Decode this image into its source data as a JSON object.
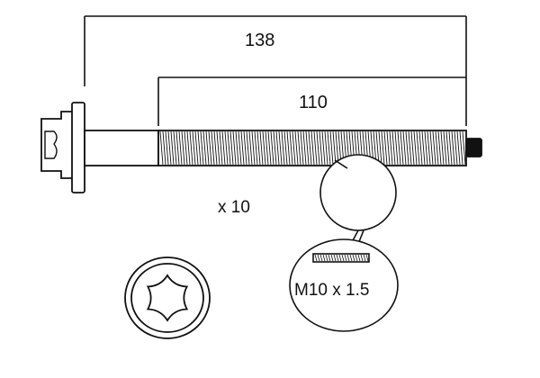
{
  "dimensions": {
    "overall_length": "138",
    "thread_length": "110"
  },
  "quantity": "x 10",
  "thread_spec": "M10 x 1.5",
  "icons": {
    "head_drive": "torx-icon"
  },
  "colors": {
    "line": "#111111",
    "background": "#ffffff"
  }
}
